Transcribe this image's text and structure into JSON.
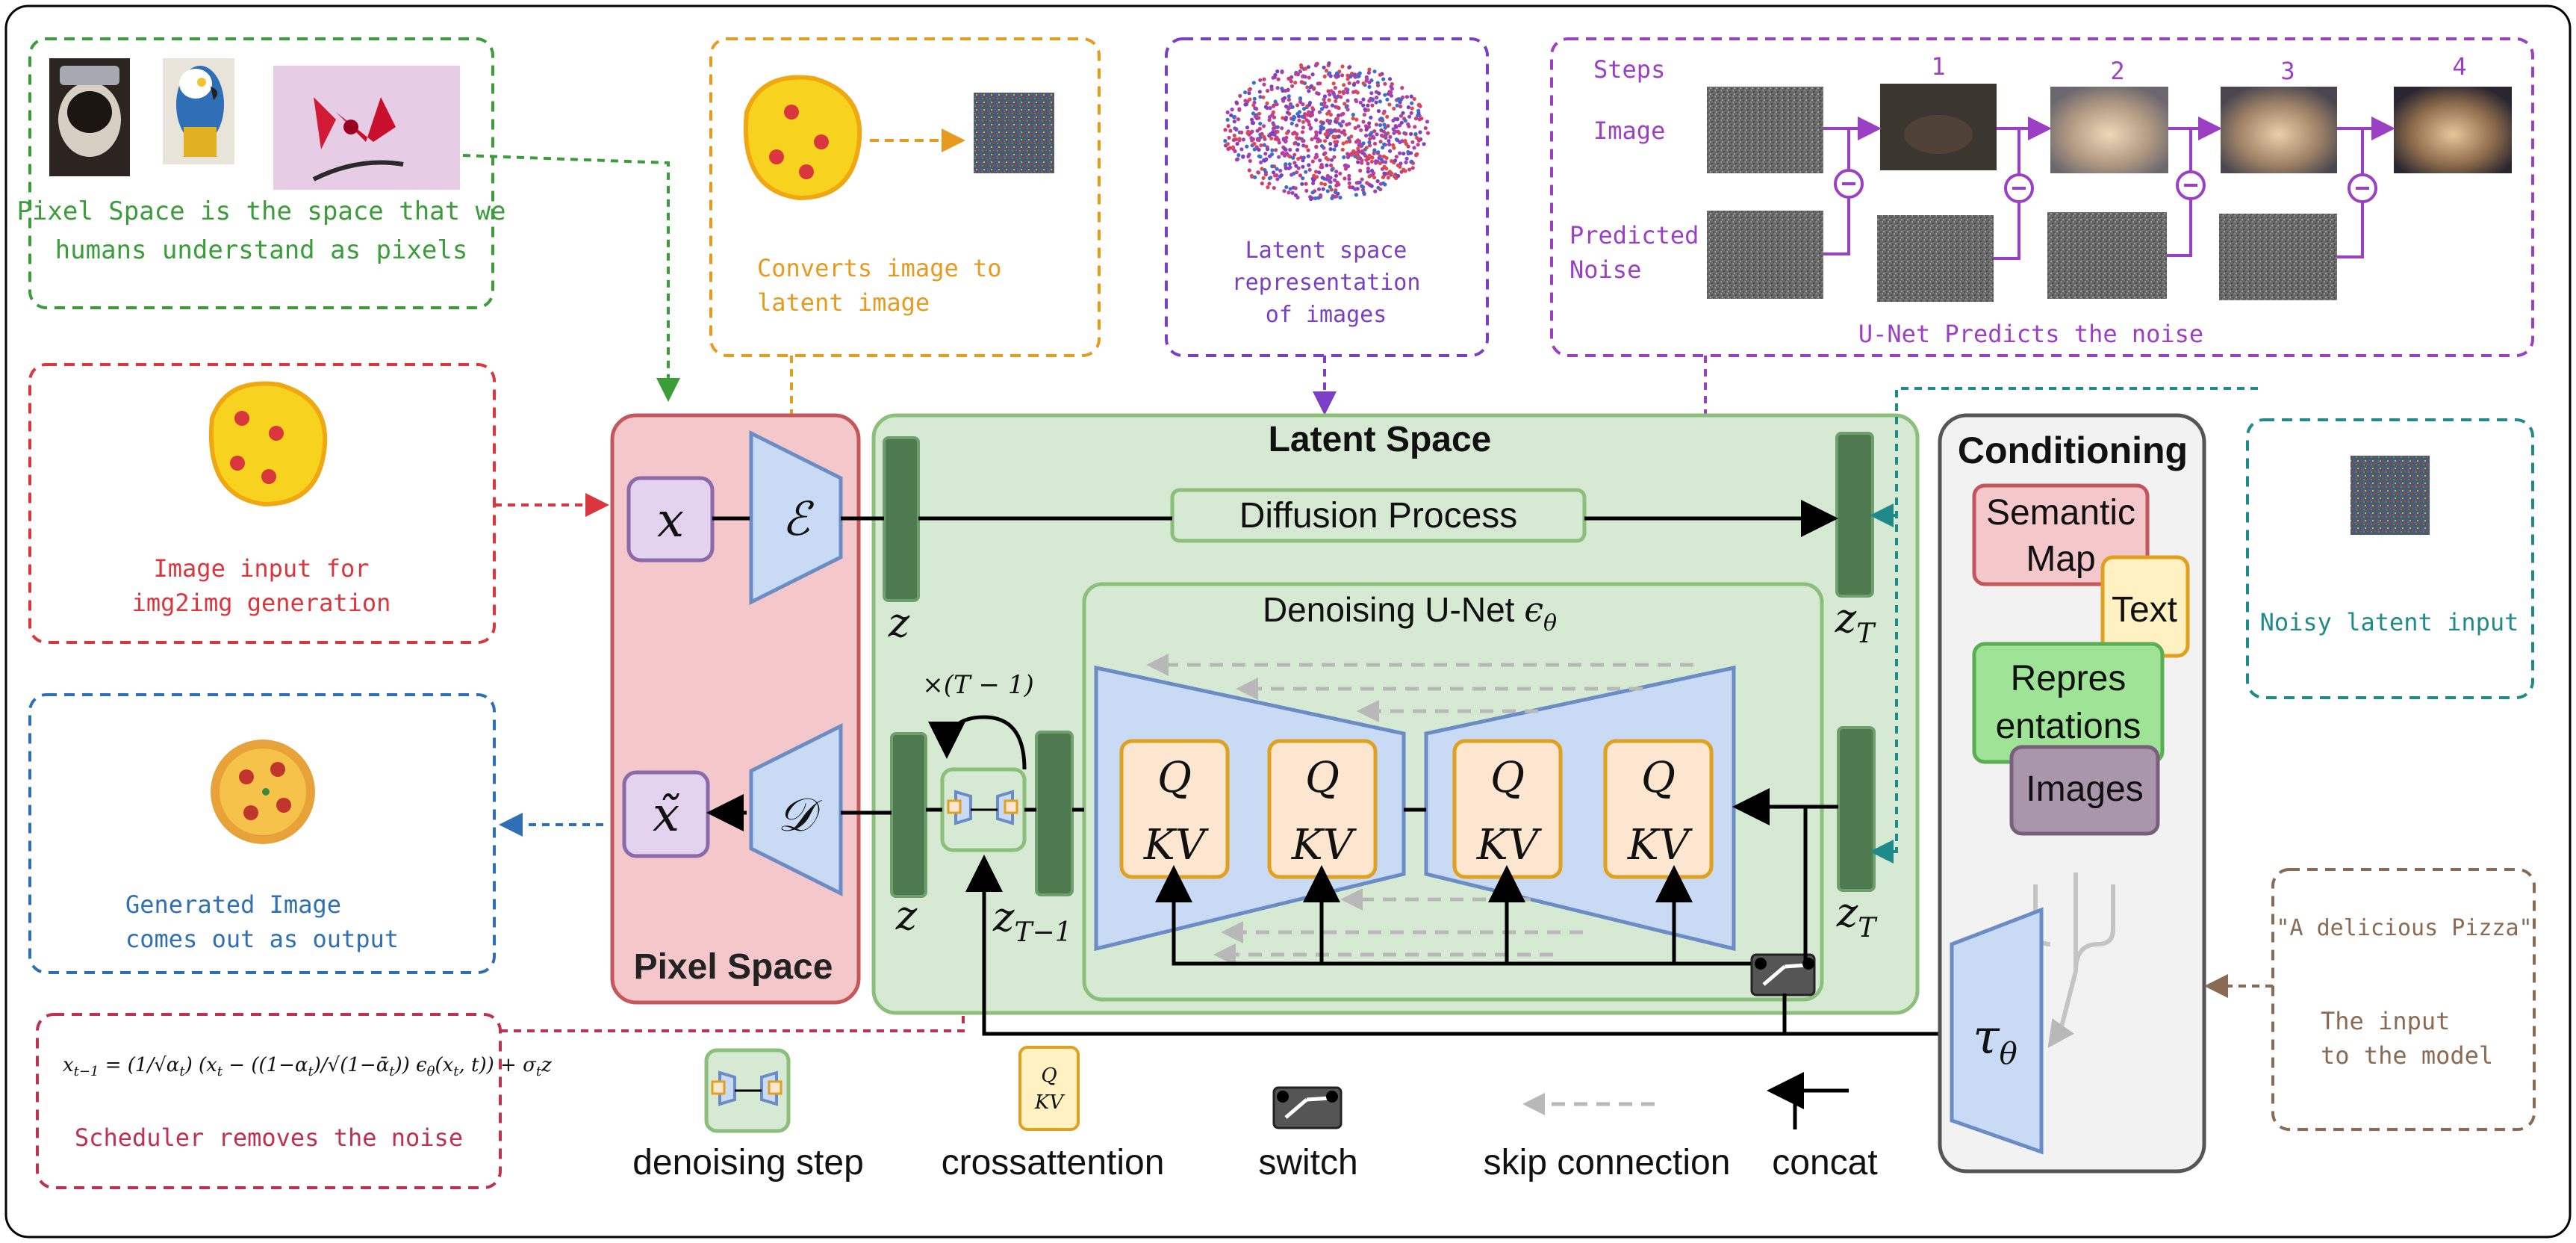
{
  "pixel_space_note": {
    "line1": "Pixel Space is the space that we",
    "line2": "humans understand as pixels"
  },
  "encoder_note": {
    "line1": "Converts image to",
    "line2": "latent image"
  },
  "latent_note": {
    "line1": "Latent space",
    "line2": "representation",
    "line3": "of images"
  },
  "unet_note": {
    "steps_label": "Steps",
    "image_label": "Image",
    "predicted_label_1": "Predicted",
    "predicted_label_2": "Noise",
    "step_numbers": [
      "1",
      "2",
      "3",
      "4"
    ],
    "caption": "U-Net Predicts the noise"
  },
  "img2img_note": {
    "line1": "Image input for",
    "line2": "img2img generation"
  },
  "output_note": {
    "line1": "Generated Image",
    "line2": "comes out as output"
  },
  "noisy_note": {
    "label": "Noisy latent input"
  },
  "prompt_note": {
    "quote": "\"A delicious Pizza\"",
    "line1": "The input",
    "line2": "to the model"
  },
  "scheduler_note": {
    "caption": "Scheduler removes the noise"
  },
  "pixel_space": {
    "title": "Pixel Space",
    "x_label": "x",
    "x_tilde_label": "x̃",
    "encoder_symbol": "ℰ",
    "decoder_symbol": "𝒟",
    "z_label_top": "z",
    "z_label_bottom": "z"
  },
  "latent_space": {
    "title": "Latent Space",
    "diffusion_label": "Diffusion Process",
    "unet_title": "Denoising U-Net ϵθ",
    "zT_top": "zT",
    "zT_bottom": "zT",
    "zT_minus_1": "zT−1",
    "repeat_label": "×(T − 1)",
    "q_label": "Q",
    "kv_label": "KV"
  },
  "conditioning": {
    "title": "Conditioning",
    "semantic_map": "Semantic Map",
    "semantic_map_line1": "Semantic",
    "semantic_map_line2": "Map",
    "text": "Text",
    "representations_line1": "Repres",
    "representations_line2": "entations",
    "images": "Images",
    "tau_symbol": "τθ"
  },
  "legend": {
    "denoising_step": "denoising step",
    "crossattention": "crossattention",
    "switch": "switch",
    "skip_connection": "skip connection",
    "concat": "concat"
  },
  "colors": {
    "green_note": "#3a9d3a",
    "orange_note": "#e69a1e",
    "purple_note": "#7a3fc4",
    "violet_note": "#9b3fc4",
    "red_note": "#d9363e",
    "blue_note": "#2f6fb5",
    "teal_note": "#1f8a8a",
    "brown_note": "#8a6a52",
    "crimson_note": "#c0304f"
  }
}
